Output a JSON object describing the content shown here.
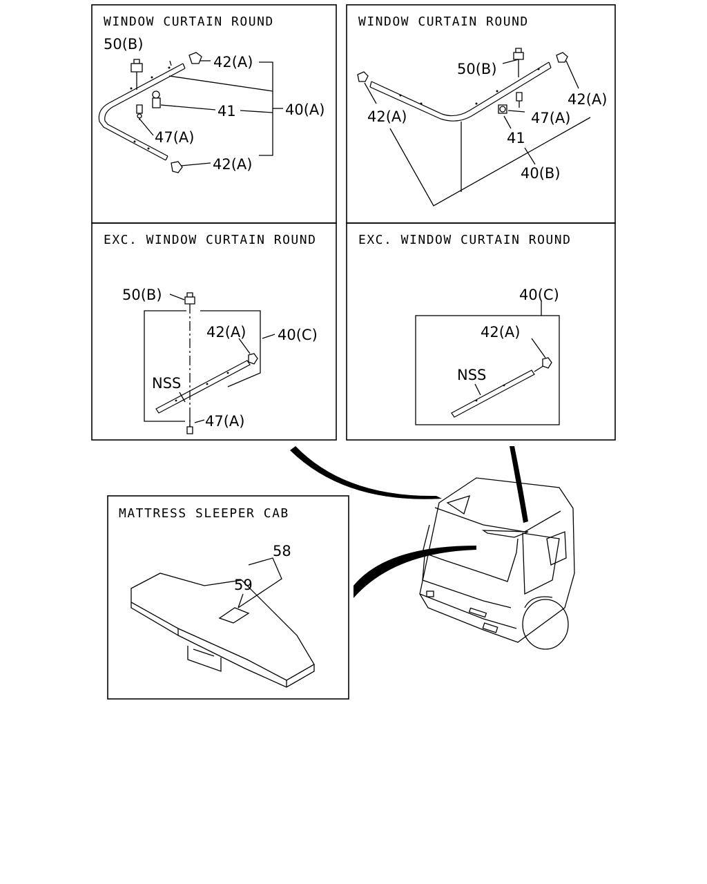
{
  "panels": {
    "top_left": {
      "title": "WINDOW CURTAIN ROUND",
      "labels": {
        "clip": "50(B)",
        "end_cap_top": "42(A)",
        "assembly": "40(A)",
        "bracket": "41",
        "screw": "47(A)",
        "end_cap_bottom": "42(A)"
      }
    },
    "top_right": {
      "title": "WINDOW CURTAIN ROUND",
      "labels": {
        "clip": "50(B)",
        "end_cap_right": "42(A)",
        "end_cap_left": "42(A)",
        "screw": "47(A)",
        "bracket": "41",
        "assembly": "40(B)"
      }
    },
    "mid_left": {
      "title": "EXC. WINDOW CURTAIN ROUND",
      "labels": {
        "clip": "50(B)",
        "end_cap": "42(A)",
        "assembly": "40(C)",
        "nss": "NSS",
        "screw": "47(A)"
      }
    },
    "mid_right": {
      "title": "EXC. WINDOW CURTAIN ROUND",
      "labels": {
        "assembly": "40(C)",
        "end_cap": "42(A)",
        "nss": "NSS"
      }
    },
    "mattress": {
      "title": "MATTRESS SLEEPER CAB",
      "labels": {
        "cover": "58",
        "strap": "59"
      }
    }
  }
}
